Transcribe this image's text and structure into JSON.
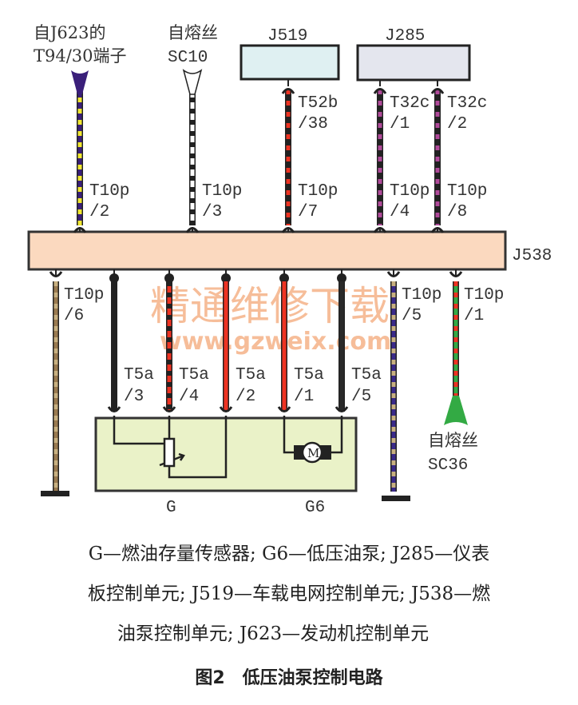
{
  "top_sources": {
    "j623_line1": "自J623的",
    "j623_line2": "T94/30端子",
    "fuse_sc10_line1": "自熔丝",
    "fuse_sc10_line2": "SC10",
    "j519": "J519",
    "j285": "J285"
  },
  "module": {
    "label": "J538"
  },
  "top_wires": [
    {
      "pin1": "T10p",
      "pin2": "/2",
      "colors": [
        "#3a1f7a",
        "#f2e830"
      ]
    },
    {
      "pin1": "T10p",
      "pin2": "/3",
      "colors": [
        "#ffffff",
        "#222222"
      ]
    },
    {
      "pin1": "T10p",
      "pin2": "/7",
      "src1": "T52b",
      "src2": "/38",
      "colors": [
        "#222222",
        "#ee3322"
      ]
    },
    {
      "pin1": "T10p",
      "pin2": "/4",
      "src1": "T32c",
      "src2": "/1",
      "colors": [
        "#222222",
        "#b04a9a"
      ]
    },
    {
      "pin1": "T10p",
      "pin2": "/8",
      "src1": "T32c",
      "src2": "/2",
      "colors": [
        "#222222",
        "#b04a9a"
      ]
    }
  ],
  "bottom_wires": [
    {
      "pin1": "T10p",
      "pin2": "/6",
      "colors": [
        "#9a7a50",
        "#c8b080"
      ]
    },
    {
      "pin1": "T5a",
      "pin2": "/3",
      "colors": [
        "#222222",
        "#222222"
      ]
    },
    {
      "pin1": "T5a",
      "pin2": "/4",
      "colors": [
        "#ee3322",
        "#222222"
      ]
    },
    {
      "pin1": "T5a",
      "pin2": "/2",
      "colors": [
        "#ee3322",
        "#ee3322"
      ]
    },
    {
      "pin1": "T5a",
      "pin2": "/1",
      "colors": [
        "#ee3322",
        "#ee3322"
      ]
    },
    {
      "pin1": "T5a",
      "pin2": "/5",
      "colors": [
        "#2a2a2a",
        "#2a2a2a"
      ]
    },
    {
      "pin1": "T10p",
      "pin2": "/5",
      "colors": [
        "#3a2a8a",
        "#c8b080"
      ]
    },
    {
      "pin1": "T10p",
      "pin2": "/1",
      "colors": [
        "#33aa44",
        "#ee3322"
      ]
    }
  ],
  "bottom_source": {
    "line1": "自熔丝",
    "line2": "SC36"
  },
  "components": {
    "g": "G",
    "g6": "G6",
    "motor": "M"
  },
  "watermark": {
    "line1": "精通维修下载",
    "line2": "www.gzweix.com"
  },
  "caption": {
    "line1": "G—燃油存量传感器; G6—低压油泵; J285—仪表",
    "line2": "板控制单元; J519—车载电网控制单元; J538—燃",
    "line3": "油泵控制单元; J623—发动机控制单元",
    "figure": "图2　低压油泵控制电路"
  }
}
